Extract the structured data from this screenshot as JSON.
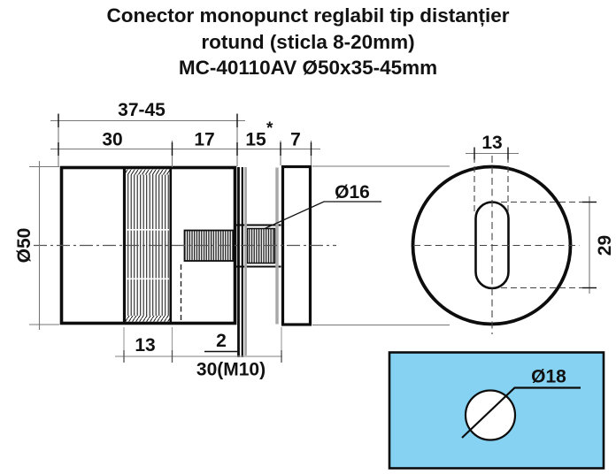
{
  "title": {
    "line1": "Conector monopunct reglabil tip distanțier",
    "line2": "rotund (sticla 8-20mm)",
    "line3": "MC-40110AV Ø50x35-45mm"
  },
  "side_view": {
    "dim_overall": "37-45",
    "dim_body": "30",
    "dim_mid": "17",
    "dim_glass": "15",
    "dim_glass_note": "*",
    "dim_cap": "7",
    "dim_diameter": "Ø50",
    "dim_knurl": "13",
    "dim_gap": "2",
    "dim_thread": "30(M10)",
    "dim_thread_dia": "Ø16"
  },
  "front_view": {
    "dim_slot_width": "13",
    "dim_slot_height": "29"
  },
  "detail_view": {
    "dim_hole": "Ø18",
    "panel_fill": "#85d2f2"
  },
  "colors": {
    "ink": "#0d0d0d",
    "aux": "#777777",
    "glass": "#a8a8a8"
  }
}
